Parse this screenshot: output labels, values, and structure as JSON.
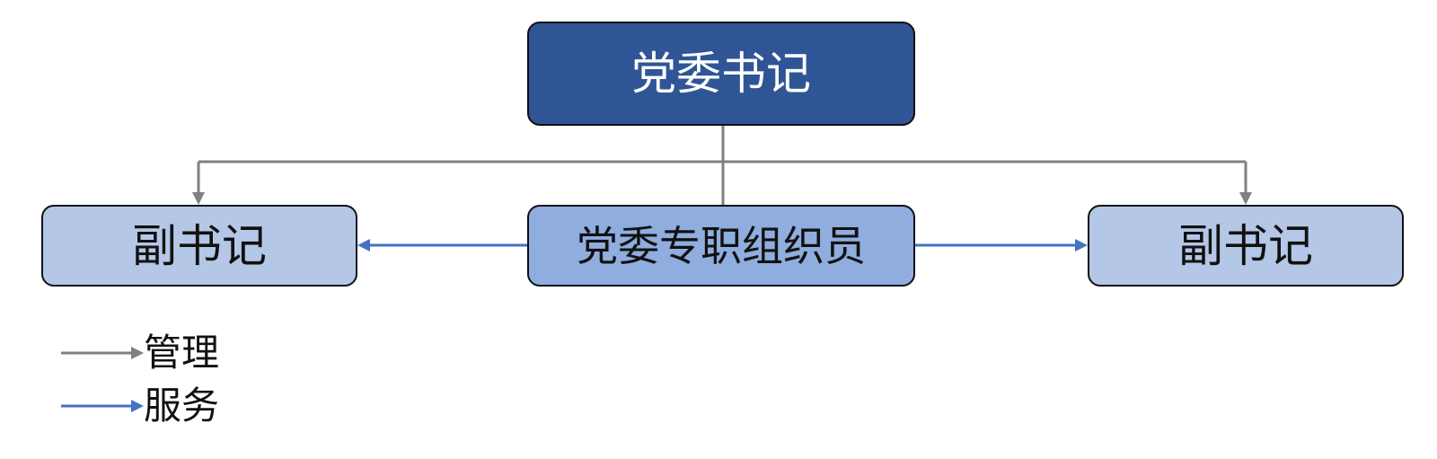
{
  "nodes": {
    "top": "党委书记",
    "left": "副书记",
    "center": "党委专职组织员",
    "right": "副书记"
  },
  "legend": {
    "manage": "管理",
    "serve": "服务"
  },
  "colors": {
    "top_fill": "#2f5597",
    "center_fill": "#8fadde",
    "side_fill": "#b4c7e7",
    "node_border": "#111111",
    "manage_line": "#808080",
    "serve_line": "#4472c4"
  }
}
